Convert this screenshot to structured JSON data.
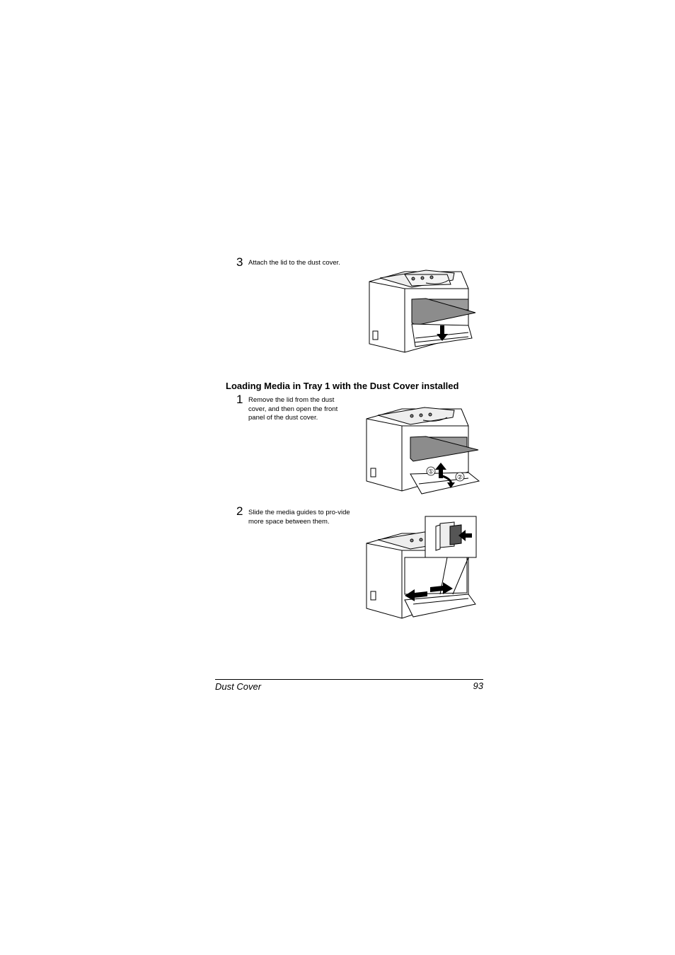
{
  "steps_top": [
    {
      "number": "3",
      "text": "Attach the lid to the dust cover."
    }
  ],
  "section": {
    "heading": "Loading Media in Tray 1 with the Dust Cover installed",
    "steps": [
      {
        "number": "1",
        "text": "Remove the lid from the dust cover, and then open the front panel of the dust cover."
      },
      {
        "number": "2",
        "text": "Slide the media guides to pro-vide more space between them."
      }
    ]
  },
  "figure_callouts": {
    "one": "①",
    "two": "②"
  },
  "footer": {
    "section_title": "Dust Cover",
    "page_number": "93"
  }
}
